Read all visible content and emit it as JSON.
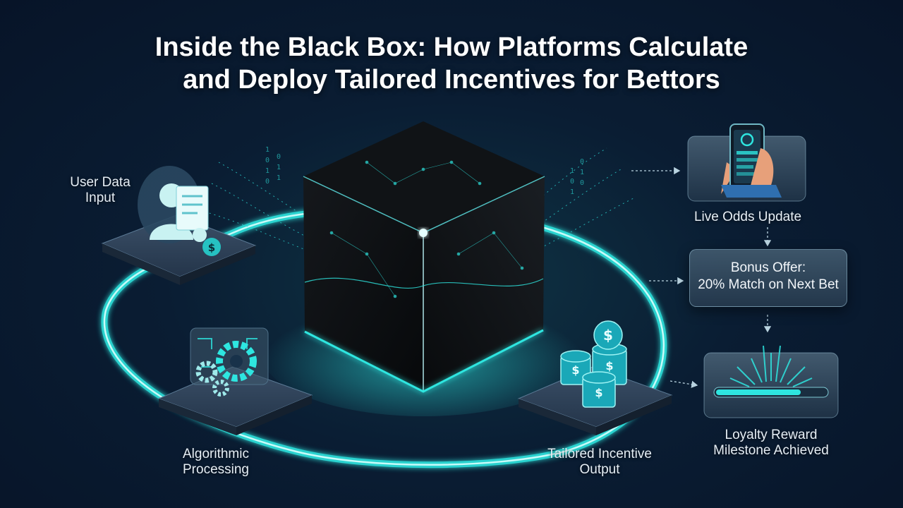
{
  "title": {
    "line1": "Inside the Black Box: How Platforms Calculate",
    "line2": "and Deploy Tailored Incentives for Bettors"
  },
  "nodes": {
    "user_data": {
      "line1": "User Data",
      "line2": "Input",
      "icon": "user-document-icon"
    },
    "algorithmic": {
      "line1": "Algorithmic",
      "line2": "Processing",
      "icon": "gears-icon"
    },
    "tailored": {
      "line1": "Tailored Incentive",
      "line2": "Output",
      "icon": "coin-stack-icon"
    }
  },
  "outputs": {
    "live_odds": {
      "label": "Live Odds Update",
      "icon": "phone-in-hand-icon"
    },
    "bonus": {
      "line1": "Bonus Offer:",
      "line2": "20% Match on Next Bet"
    },
    "loyalty": {
      "line1": "Loyalty Reward",
      "line2": "Milestone Achieved",
      "icon": "progress-bar-icon"
    }
  },
  "colors": {
    "accent": "#2ee6e0",
    "background": "#0a1d33",
    "cube_dark": "#0b0d10",
    "platform": "#2c3d52"
  }
}
